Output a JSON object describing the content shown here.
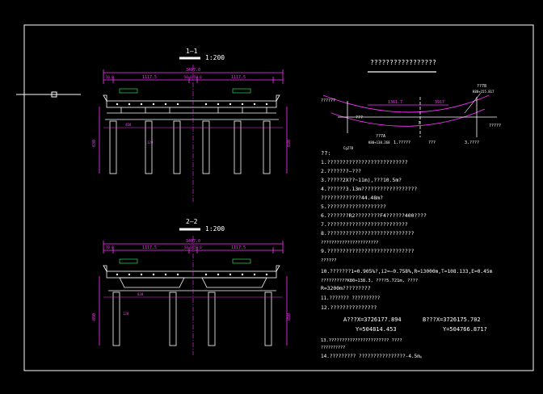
{
  "colors": {
    "background": "#000000",
    "frame": "#ffffff",
    "dimension": "#ff33ff",
    "structure": "#ffffff",
    "accent": "#33ff66",
    "centerline": "#ff33ff"
  },
  "section1": {
    "title": "1—1",
    "scale": "1:200",
    "total_width": "3497.0",
    "left_half": "1117.5",
    "center_gap": "50.0|50.0",
    "right_half": "1117.5",
    "edge": "50.0",
    "height_left": "830",
    "height_right": "830",
    "pier_label": "400",
    "col_label": "120"
  },
  "section2": {
    "title": "2—2",
    "scale": "1:200",
    "total_width": "3497.0",
    "left_half": "1117.5",
    "center_gap": "50.0|50.0",
    "right_half": "1117.5",
    "edge": "50.0",
    "height_left": "850",
    "height_right": "850",
    "cap_label": "830",
    "col_label": "120"
  },
  "plan": {
    "title": "?????????????????",
    "left_chord": "1361.7",
    "right_chord": "3917",
    "left_label": "??7A",
    "left_sub": "K80+138.268",
    "left_note": "??????",
    "left_mark": "???",
    "right_mark": "??78",
    "right_sub": "K80+155.817",
    "right_note": "?????",
    "bottom_left": "CgZ?B",
    "bottom_mid1": "1.?????",
    "bottom_mid2": "???",
    "bottom_right": "3.????",
    "center_mark": "?"
  },
  "notes": {
    "heading": "??:",
    "lines": [
      "1.??????????????????????????",
      "2.???????—???",
      "3.?????2X??~11m),???10.5m?",
      "4.??????3.13m??????????????????",
      "   ?????????????44.48m?",
      "5.???????????????????",
      "6.???????R2????????F4??????400????",
      "7.??????????????????????????",
      "8.????????????????????????????",
      "   ??????????????????????",
      "9.????????????????????????????",
      "   ??????",
      "10.???????1=0.905%?,i2=−0.758%,R=13000m,T=108.133,E=0.45m",
      "   ??????????K80+138.3, ????5.721m, ????",
      "   R=3200m?????????",
      "11.??????? ??????????",
      "12.???????????????",
      "13.??????????????????????? ????",
      "   ??????????",
      "14.????????? ????????????????-4.5m。"
    ],
    "coordA": "A???X=3726177.894",
    "coordA_y": "Y=504814.453",
    "coordB": "B???X=3726175.702",
    "coordB_y": "Y=504766.871?"
  }
}
